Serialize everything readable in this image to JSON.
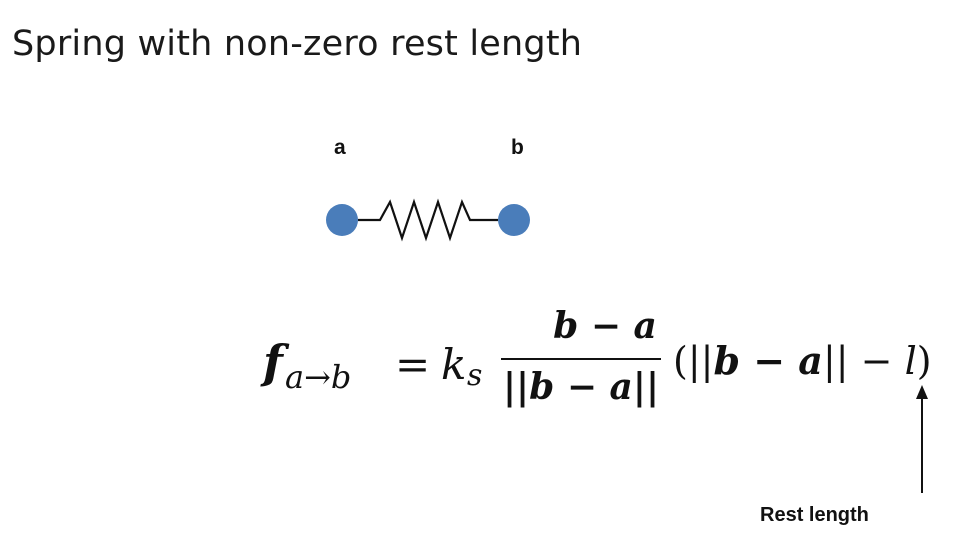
{
  "slide": {
    "title": "Spring with non-zero rest length"
  },
  "diagram": {
    "point_a_label": "a",
    "point_b_label": "b",
    "node_color": "#4a7dba",
    "spring_color": "#111111"
  },
  "formula": {
    "lhs_symbol": "f",
    "lhs_subscript": "a→b",
    "equals": "=",
    "coefficient": "k",
    "coefficient_subscript": "s",
    "numerator": "b − a",
    "denominator": "||b − a||",
    "tail_open": "(||",
    "tail_vec": "b − a",
    "tail_close_norm": "|| −",
    "tail_rest": "l",
    "tail_close": ")"
  },
  "annotation": {
    "label": "Rest length"
  }
}
